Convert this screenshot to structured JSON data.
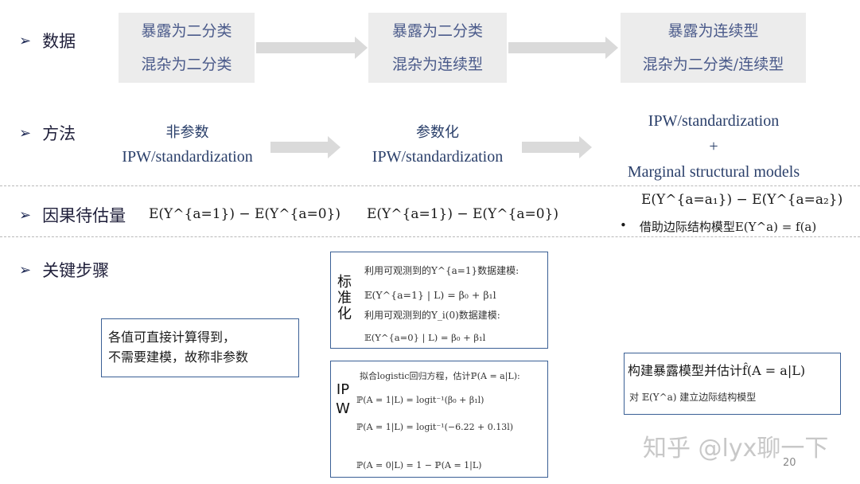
{
  "rows": {
    "data": {
      "label": "数据"
    },
    "method": {
      "label": "方法"
    },
    "estimand": {
      "label": "因果待估量"
    },
    "steps": {
      "label": "关键步骤"
    }
  },
  "data_boxes": [
    {
      "line1": "暴露为二分类",
      "line2": "混杂为二分类"
    },
    {
      "line1": "暴露为二分类",
      "line2": "混杂为连续型"
    },
    {
      "line1": "暴露为连续型",
      "line2": "混杂为二分类/连续型"
    }
  ],
  "methods": [
    {
      "line1": "非参数",
      "line2": "IPW/standardization"
    },
    {
      "line1": "参数化",
      "line2": "IPW/standardization"
    },
    {
      "line1": "IPW/standardization",
      "line2": "+",
      "line3": "Marginal structural models"
    }
  ],
  "estimands": [
    "E(Y^{a=1}) − E(Y^{a=0})",
    "E(Y^{a=1}) − E(Y^{a=0})",
    "E(Y^{a=a₁}) − E(Y^{a=a₂})"
  ],
  "estimand_bullet": "借助边际结构模型E(Y^a) = f(a)",
  "note_box": {
    "line1": "各值可直接计算得到，",
    "line2": "不需要建模，故称非参数"
  },
  "std_box": {
    "side_label": "标准化",
    "line1": "利用可观测到的Y^{a=1}数据建模:",
    "eq1": "𝔼(Y^{a=1} | L) = β₀ + β₁l",
    "line2": "利用可观测到的Y_i(0)数据建模:",
    "eq2": "𝔼(Y^{a=0} | L) = β₀ + β₁l"
  },
  "ipw_box": {
    "side_label": "IPW",
    "line1": "拟合logistic回归方程，估计ℙ(A = a|L):",
    "eq1": "ℙ(A = 1|L) = logit⁻¹(β₀ + β₁l)",
    "eq2": "ℙ(A = 1|L) = logit⁻¹(−6.22 + 0.13l)",
    "eq3": "ℙ(A = 0|L) = 1 − ℙ(A = 1|L)"
  },
  "msm_box": {
    "line1": "构建暴露模型并估计f̂(A = a|L)",
    "line2": "对 𝔼(Y^a) 建立边际结构模型"
  },
  "watermark": "知乎 @lyx聊一下",
  "page_number": "20"
}
